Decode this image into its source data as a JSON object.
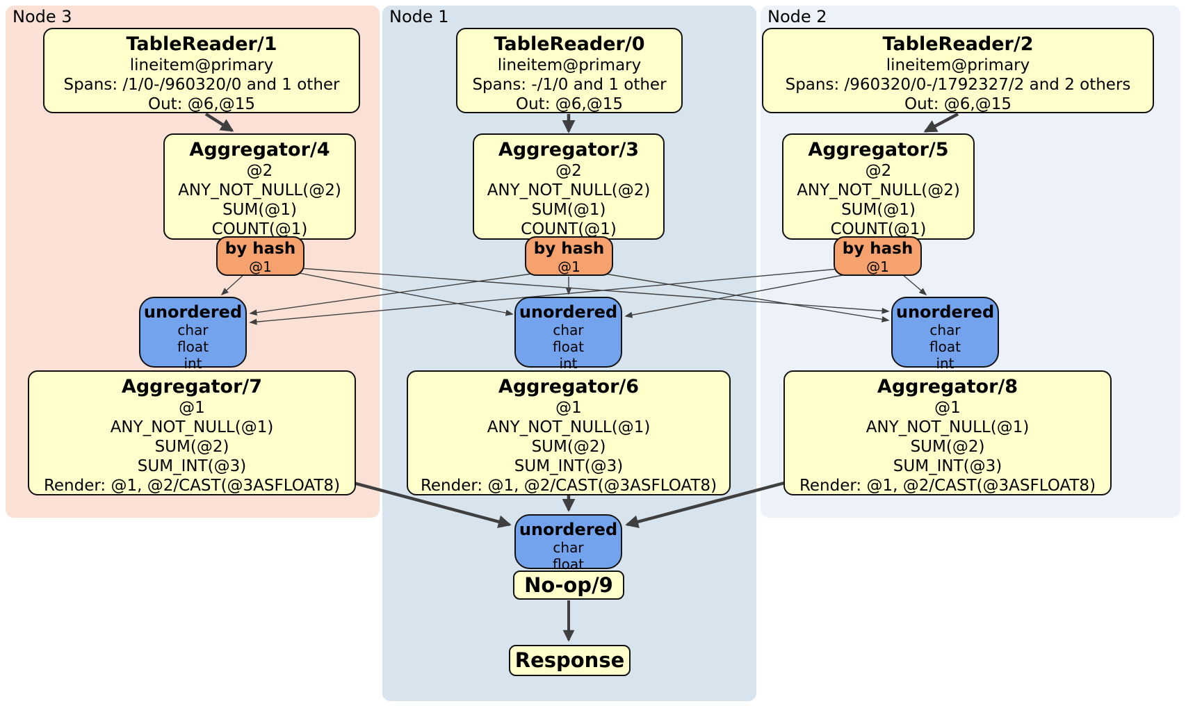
{
  "regions": {
    "node3": {
      "label": "Node 3"
    },
    "node1": {
      "label": "Node 1"
    },
    "node2": {
      "label": "Node 2"
    }
  },
  "processors": {
    "tr1": {
      "title": "TableReader/1",
      "lines": [
        "lineitem@primary",
        "Spans: /1/0-/960320/0 and 1 other",
        "Out: @6,@15"
      ]
    },
    "tr0": {
      "title": "TableReader/0",
      "lines": [
        "lineitem@primary",
        "Spans: -/1/0 and 1 other",
        "Out: @6,@15"
      ]
    },
    "tr2": {
      "title": "TableReader/2",
      "lines": [
        "lineitem@primary",
        "Spans: /960320/0-/1792327/2 and 2 others",
        "Out: @6,@15"
      ]
    },
    "agg4": {
      "title": "Aggregator/4",
      "lines": [
        "@2",
        "ANY_NOT_NULL(@2)",
        "SUM(@1)",
        "COUNT(@1)"
      ]
    },
    "agg3": {
      "title": "Aggregator/3",
      "lines": [
        "@2",
        "ANY_NOT_NULL(@2)",
        "SUM(@1)",
        "COUNT(@1)"
      ]
    },
    "agg5": {
      "title": "Aggregator/5",
      "lines": [
        "@2",
        "ANY_NOT_NULL(@2)",
        "SUM(@1)",
        "COUNT(@1)"
      ]
    },
    "agg7": {
      "title": "Aggregator/7",
      "lines": [
        "@1",
        "ANY_NOT_NULL(@1)",
        "SUM(@2)",
        "SUM_INT(@3)",
        "Render: @1, @2/CAST(@3ASFLOAT8)"
      ]
    },
    "agg6": {
      "title": "Aggregator/6",
      "lines": [
        "@1",
        "ANY_NOT_NULL(@1)",
        "SUM(@2)",
        "SUM_INT(@3)",
        "Render: @1, @2/CAST(@3ASFLOAT8)"
      ]
    },
    "agg8": {
      "title": "Aggregator/8",
      "lines": [
        "@1",
        "ANY_NOT_NULL(@1)",
        "SUM(@2)",
        "SUM_INT(@3)",
        "Render: @1, @2/CAST(@3ASFLOAT8)"
      ]
    },
    "noop": {
      "title": "No-op/9"
    },
    "response": {
      "title": "Response"
    }
  },
  "routers": {
    "hash_n3": {
      "title": "by hash",
      "key": "@1"
    },
    "hash_n1": {
      "title": "by hash",
      "key": "@1"
    },
    "hash_n2": {
      "title": "by hash",
      "key": "@1"
    }
  },
  "syncs": {
    "sync_n3": {
      "title": "unordered",
      "cols": [
        "char",
        "float",
        "int"
      ]
    },
    "sync_n1": {
      "title": "unordered",
      "cols": [
        "char",
        "float",
        "int"
      ]
    },
    "sync_n2": {
      "title": "unordered",
      "cols": [
        "char",
        "float",
        "int"
      ]
    },
    "sync_final": {
      "title": "unordered",
      "cols": [
        "char",
        "float"
      ]
    }
  },
  "colors": {
    "node3_bg": "#fbe1d5",
    "node1_bg": "#d8e4ed",
    "node2_bg": "#edf2fa",
    "processor_bg": "#ffffcc",
    "router_bg": "#f5a26e",
    "sync_bg": "#74a3ee",
    "edge": "#3f3f3f"
  }
}
